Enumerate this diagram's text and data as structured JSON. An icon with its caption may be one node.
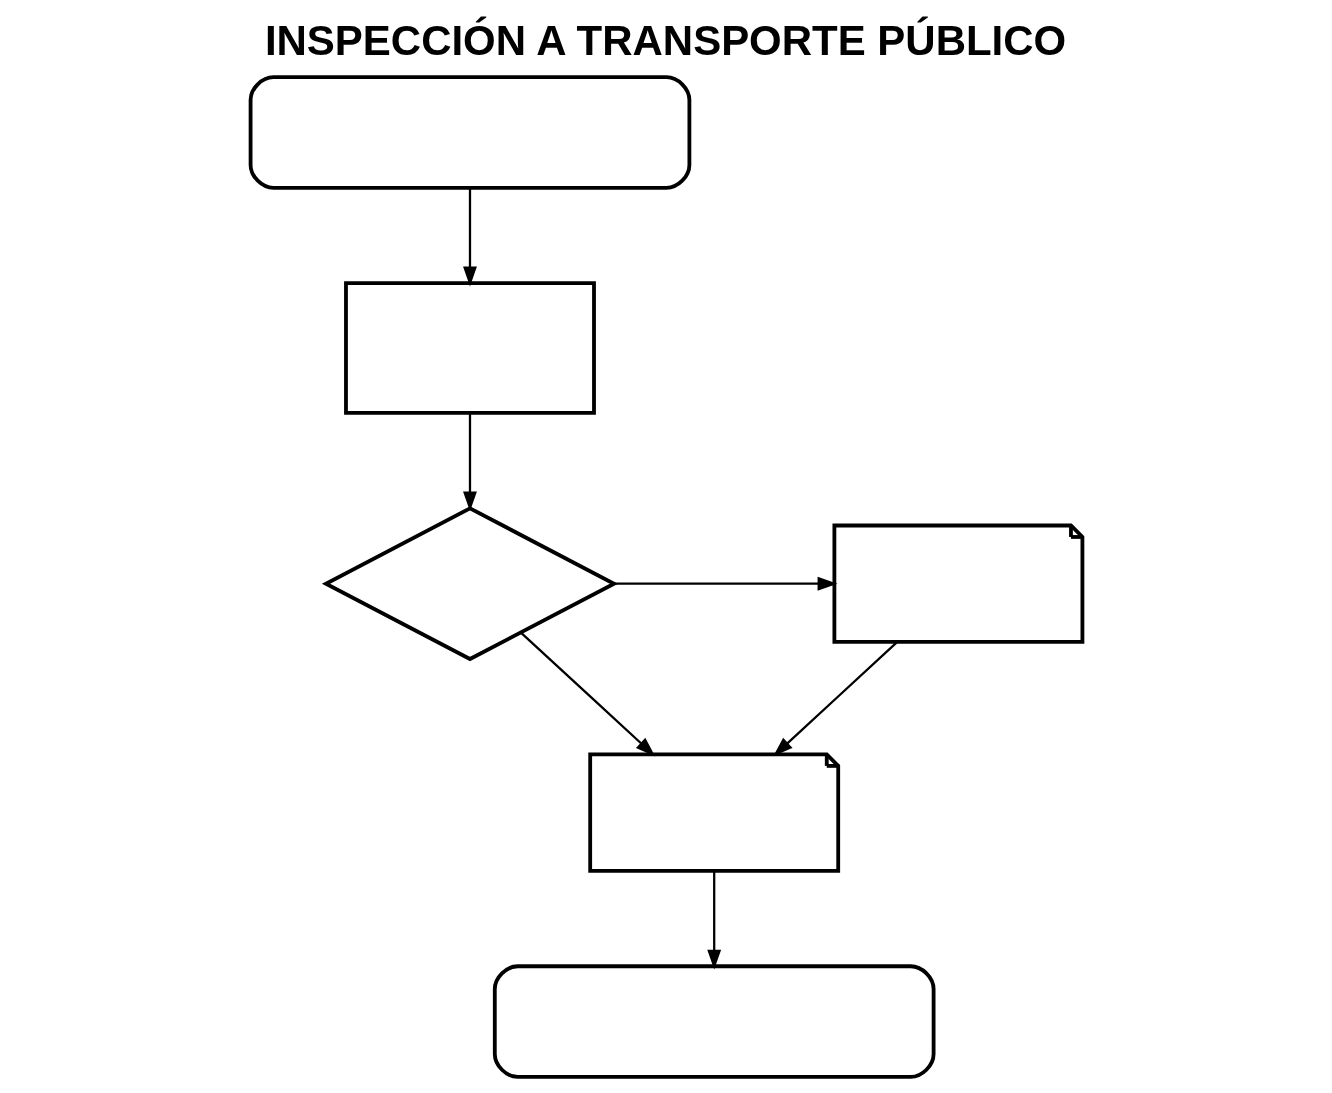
{
  "diagram": {
    "title": "INSPECCIÓN A TRANSPORTE PÚBLICO",
    "nodes": [
      {
        "text": [],
        "shape": "terminal"
      },
      {
        "text": [],
        "shape": "box"
      },
      {
        "text": [],
        "shape": "diamond"
      },
      {
        "text": [],
        "shape": "document"
      },
      {
        "text": [],
        "shape": "document"
      },
      {
        "text": [],
        "shape": "terminal"
      }
    ],
    "edges": [
      {
        "from": 0,
        "to": 1,
        "arrow": "to"
      },
      {
        "from": 1,
        "to": 2,
        "arrow": "to"
      },
      {
        "from": 2,
        "to": 3,
        "arrow": "to"
      },
      {
        "from": 2,
        "to": 4,
        "arrow": "to"
      },
      {
        "from": 3,
        "to": 4,
        "arrow": "to"
      },
      {
        "from": 4,
        "to": 5,
        "arrow": "to"
      }
    ]
  }
}
